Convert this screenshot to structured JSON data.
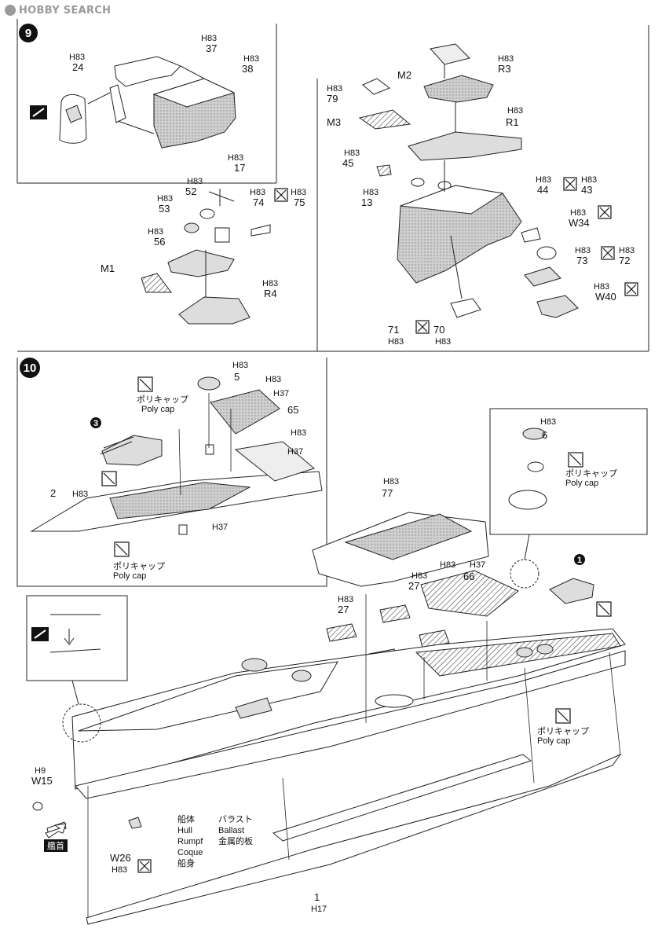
{
  "watermark": "HOBBY SEARCH",
  "steps": [
    {
      "number": "9"
    },
    {
      "number": "10"
    }
  ],
  "sub_refs": [
    "3",
    "1"
  ],
  "paint_code": "H83",
  "paint_code_9": "H9",
  "paint_code_17": "H17",
  "paint_code_37": "H37",
  "labels": {
    "p37": "37",
    "p24": "24",
    "p38": "38",
    "p17": "17",
    "p52": "52",
    "p53": "53",
    "p56": "56",
    "p74": "74",
    "p75": "75",
    "m1": "M1",
    "r4": "R4",
    "m2": "M2",
    "r3": "R3",
    "p79": "79",
    "m3": "M3",
    "r1": "R1",
    "p45": "45",
    "p13": "13",
    "p44": "44",
    "p43": "43",
    "w34": "W34",
    "p73": "73",
    "p72": "72",
    "w40": "W40",
    "p71": "71",
    "p70": "70",
    "p5": "5",
    "p65": "65",
    "p2": "2",
    "p77": "77",
    "p6": "6",
    "p27a": "27",
    "p27b": "27",
    "p66": "66",
    "w15": "W15",
    "w26": "W26",
    "p1": "1"
  },
  "polycap_jp": "ポリキャップ",
  "polycap_en": "Poly cap",
  "hull": {
    "jp": "船体",
    "en": "Hull",
    "de": "Rumpf",
    "fr": "Coque",
    "jp2": "船身"
  },
  "ballast": {
    "jp": "バラスト",
    "en": "Ballast",
    "jp2": "金属的板"
  },
  "bow_label": "艦首"
}
